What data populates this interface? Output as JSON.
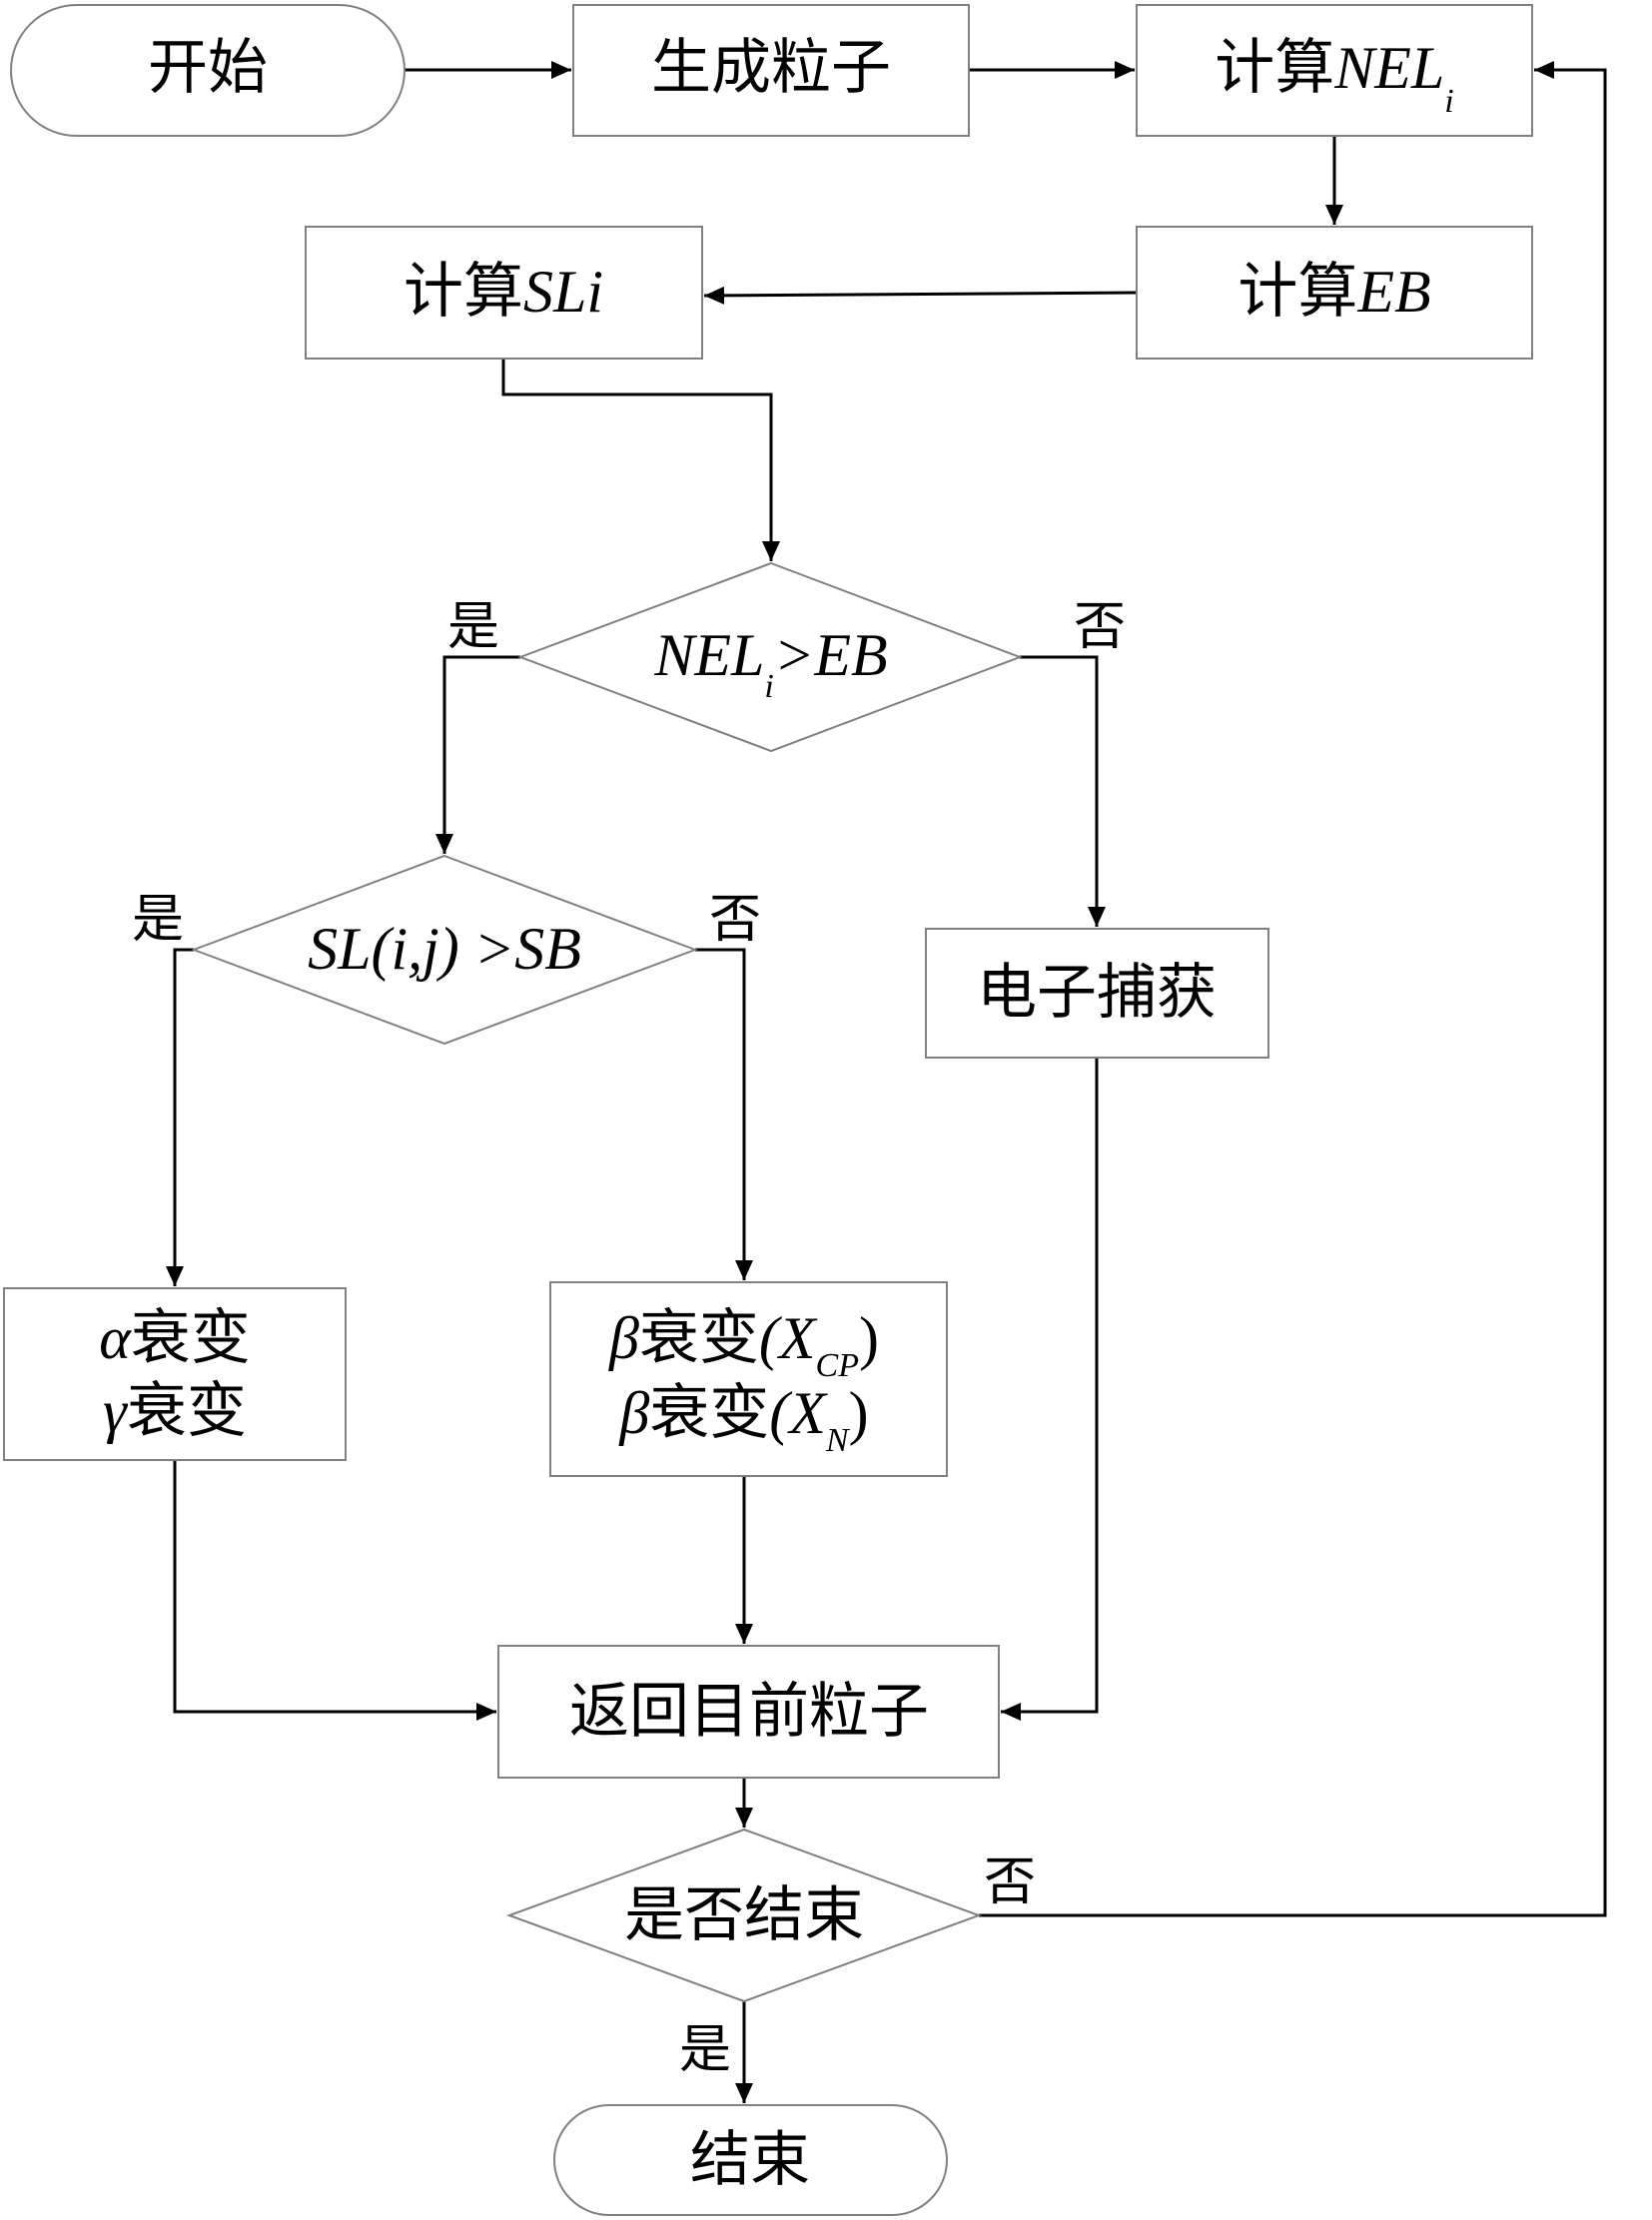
{
  "flowchart": {
    "nodes": {
      "start": {
        "type": "terminal",
        "label": "开始"
      },
      "generate": {
        "type": "process",
        "label": "生成粒子"
      },
      "calc_nel": {
        "type": "process",
        "label_cn": "计算",
        "label_var": "NEL",
        "label_sub": "i"
      },
      "calc_eb": {
        "type": "process",
        "label_cn": "计算",
        "label_var": "EB"
      },
      "calc_sli": {
        "type": "process",
        "label_cn": "计算",
        "label_var": "SLi"
      },
      "decision_nel": {
        "type": "decision",
        "label_var": "NEL",
        "label_sub": "i",
        "label_rest": ">EB"
      },
      "decision_sl": {
        "type": "decision",
        "label": "SL(i,j) >SB"
      },
      "electron_capture": {
        "type": "process",
        "label": "电子捕获"
      },
      "alpha_gamma": {
        "type": "process",
        "line1_sym": "α",
        "line1_cn": "衰变",
        "line2_sym": "γ",
        "line2_cn": "衰变"
      },
      "beta": {
        "type": "process",
        "line1_sym": "β",
        "line1_cn": "衰变",
        "line1_var": "(X",
        "line1_sub": "CP",
        "line1_close": ")",
        "line2_sym": "β",
        "line2_cn": "衰变",
        "line2_var": "(X",
        "line2_sub": "N",
        "line2_close": ")"
      },
      "return_particle": {
        "type": "process",
        "label": "返回目前粒子"
      },
      "decision_end": {
        "type": "decision",
        "label": "是否结束"
      },
      "end": {
        "type": "terminal",
        "label": "结束"
      }
    },
    "edge_labels": {
      "nel_yes": "是",
      "nel_no": "否",
      "sl_yes": "是",
      "sl_no": "否",
      "end_no": "否",
      "end_yes": "是"
    },
    "edges": [
      [
        "start",
        "generate"
      ],
      [
        "generate",
        "calc_nel"
      ],
      [
        "calc_nel",
        "calc_eb"
      ],
      [
        "calc_eb",
        "calc_sli"
      ],
      [
        "calc_sli",
        "decision_nel"
      ],
      [
        "decision_nel",
        "decision_sl",
        "是"
      ],
      [
        "decision_nel",
        "electron_capture",
        "否"
      ],
      [
        "decision_sl",
        "alpha_gamma",
        "是"
      ],
      [
        "decision_sl",
        "beta",
        "否"
      ],
      [
        "alpha_gamma",
        "return_particle"
      ],
      [
        "beta",
        "return_particle"
      ],
      [
        "electron_capture",
        "return_particle"
      ],
      [
        "return_particle",
        "decision_end"
      ],
      [
        "decision_end",
        "calc_nel",
        "否"
      ],
      [
        "decision_end",
        "end",
        "是"
      ]
    ]
  }
}
